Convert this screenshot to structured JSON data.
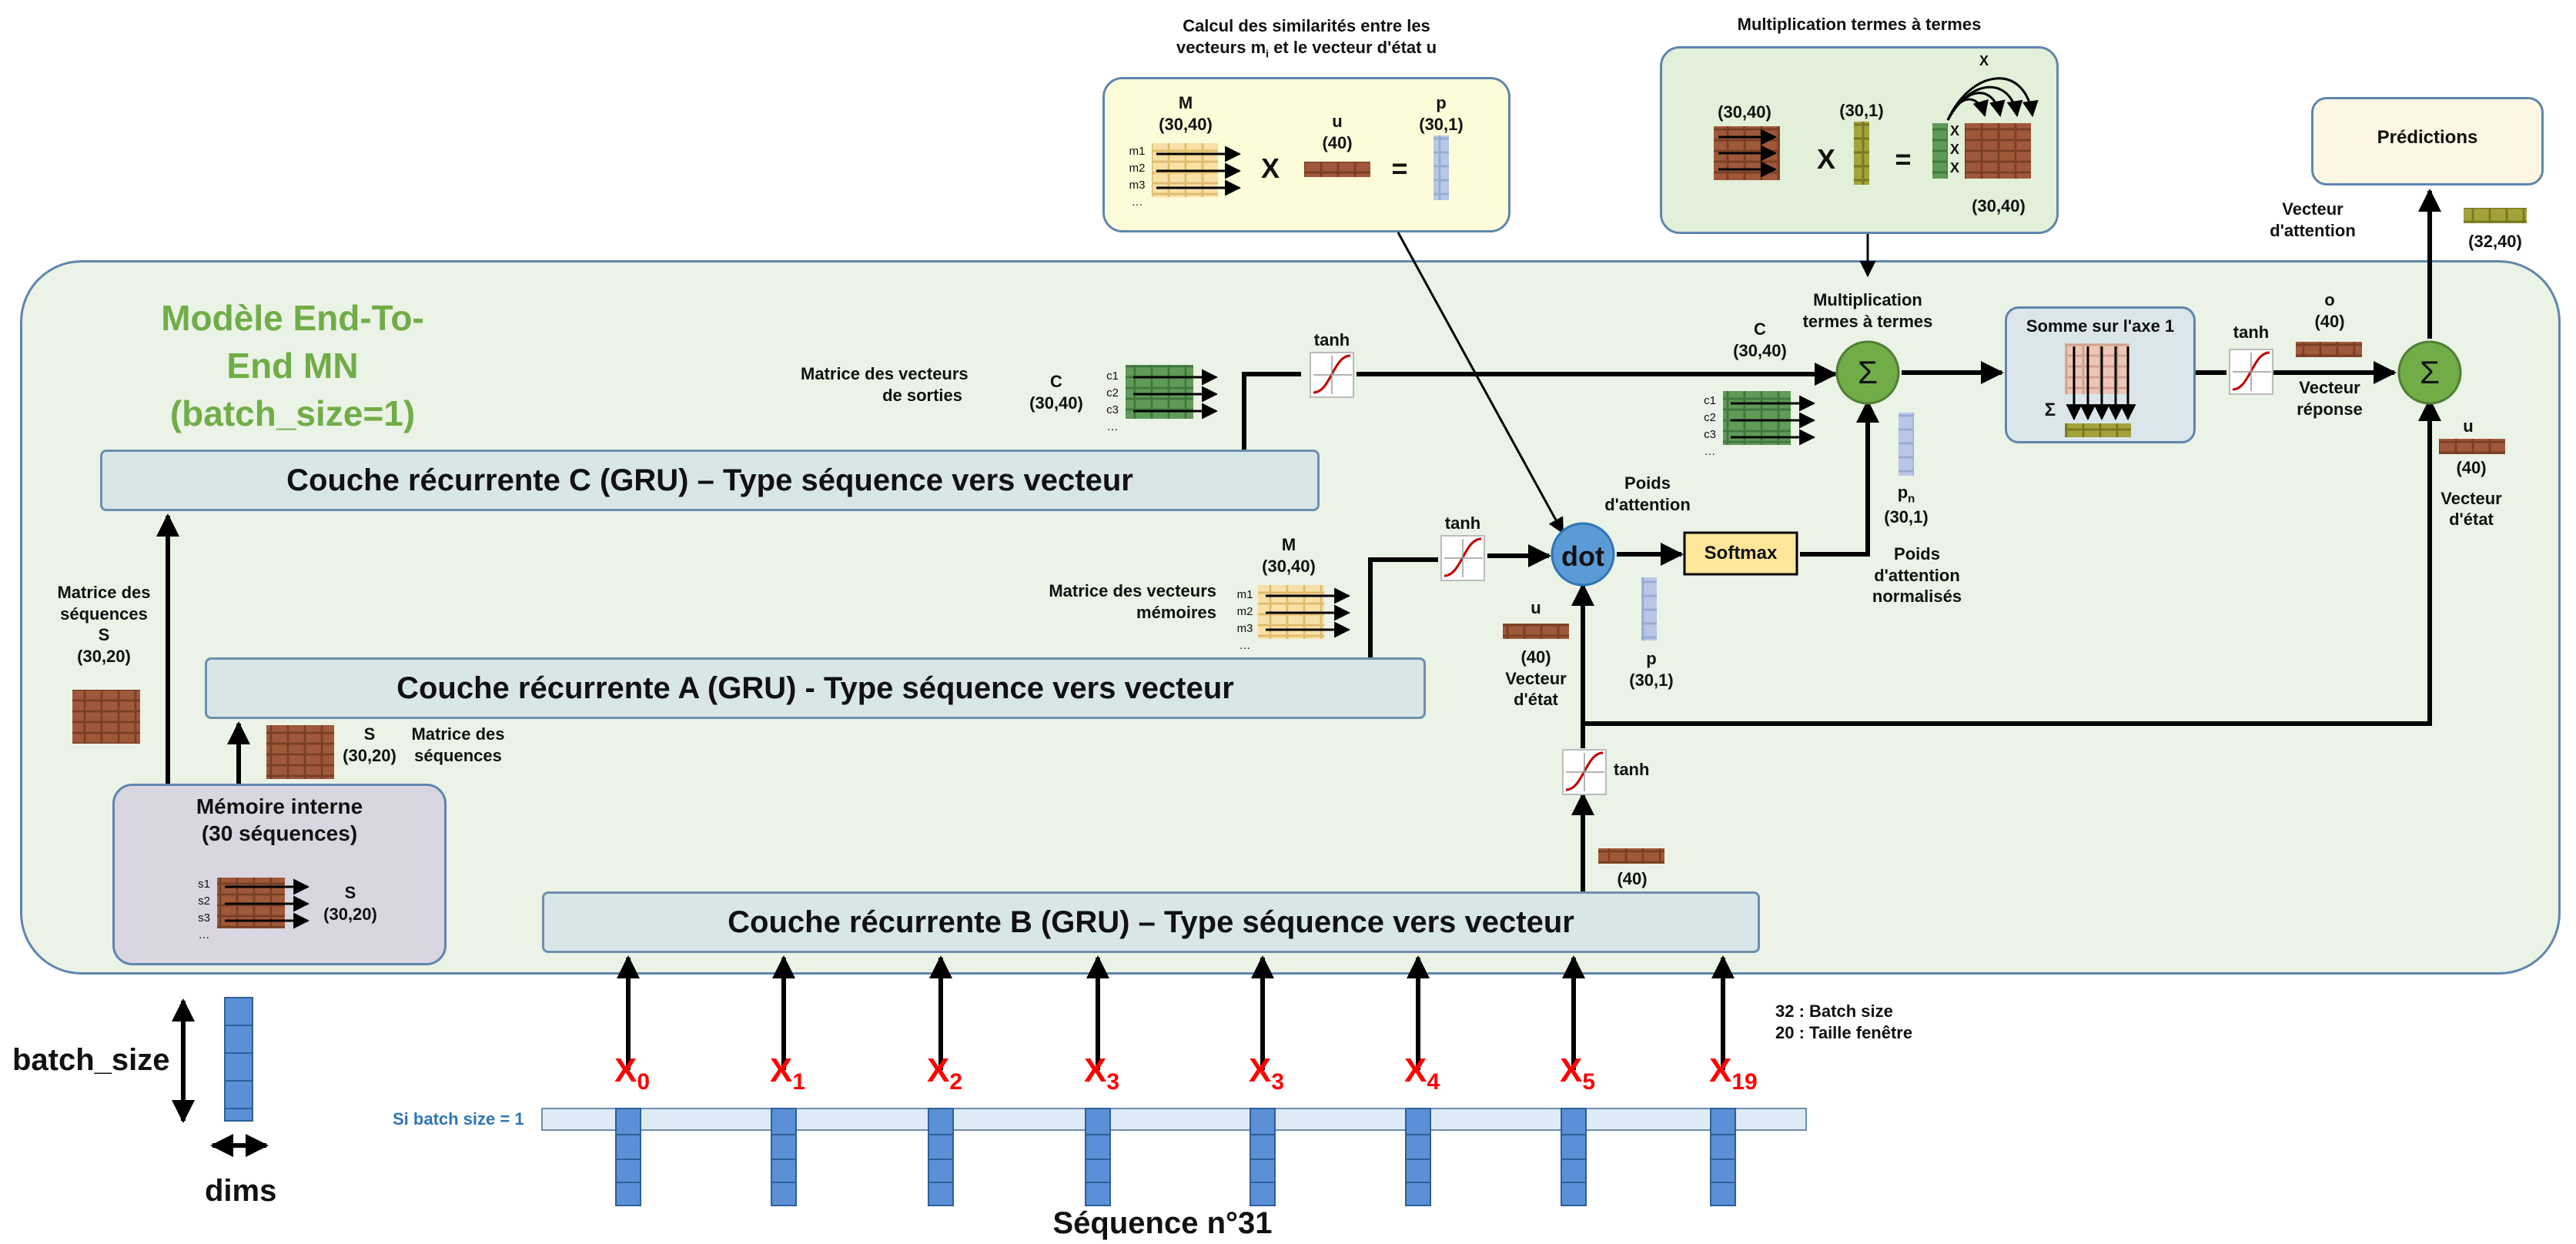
{
  "diagram": {
    "title_line1": "Modèle End-To-End MN",
    "title_line2": "(batch_size=1)",
    "layers": {
      "c": "Couche récurrente C (GRU) – Type séquence vers vecteur",
      "a": "Couche récurrente A (GRU) - Type séquence vers vecteur",
      "b": "Couche récurrente B (GRU) – Type séquence vers vecteur"
    },
    "internal_memory": {
      "line1": "Mémoire interne",
      "line2": "(30 séquences)",
      "rows": [
        "s1",
        "s2",
        "s3",
        "…"
      ],
      "s_label": "S",
      "s_shape": "(30,20)"
    },
    "left_labels": {
      "matrix_seq_line1": "Matrice des",
      "matrix_seq_line2": "séquences",
      "s": "S",
      "s_shape": "(30,20)"
    },
    "a_input": {
      "s": "S",
      "s_shape": "(30,20)",
      "desc_line1": "Matrice des",
      "desc_line2": "séquences"
    },
    "c_output": {
      "desc_line1": "Matrice des vecteurs",
      "desc_line2": "de sorties",
      "c": "C",
      "c_shape": "(30,40)",
      "rows": [
        "c1",
        "c2",
        "c3",
        "…"
      ]
    },
    "a_output": {
      "desc_line1": "Matrice des vecteurs",
      "desc_line2": "mémoires",
      "m": "M",
      "m_shape": "(30,40)",
      "rows": [
        "m1",
        "m2",
        "m3",
        "…"
      ]
    },
    "tanh": "tanh",
    "dot": "dot",
    "softmax": "Softmax",
    "sigma": "Σ",
    "attention_weights_line1": "Poids",
    "attention_weights_line2": "d'attention",
    "normalized_line1": "Poids",
    "normalized_line2": "d'attention",
    "normalized_line3": "normalisés",
    "p_label": "p",
    "p_shape": "(30,1)",
    "pn_label": "p",
    "pn_sub": "n",
    "pn_shape": "(30,1)",
    "u_label": "u",
    "u_shape": "(40)",
    "state_line1": "Vecteur",
    "state_line2": "d'état",
    "b_out_shape": "(40)",
    "mult_line1": "Multiplication",
    "mult_line2": "termes à termes",
    "c_mid": "C",
    "c_mid_shape": "(30,40)",
    "sum_axis": "Somme sur l'axe 1",
    "o_label": "o",
    "o_shape": "(40)",
    "response_line1": "Vecteur",
    "response_line2": "réponse",
    "u_right": "u",
    "u_right_shape": "(40)",
    "state_right_line1": "Vecteur",
    "state_right_line2": "d'état",
    "attention_vec_line1": "Vecteur",
    "attention_vec_line2": "d'attention",
    "predictions": "Prédictions",
    "pred_shape": "(32,40)",
    "callout_similarity": {
      "title_line1": "Calcul des similarités entre les",
      "title_line2": "vecteurs m",
      "title_line2_sub": "i",
      "title_line2_end": " et le vecteur d'état u",
      "m": "M",
      "m_shape": "(30,40)",
      "u": "u",
      "u_shape": "(40)",
      "p": "p",
      "p_shape": "(30,1)",
      "times": "X",
      "equals": "=",
      "rows": [
        "m1",
        "m2",
        "m3",
        "…"
      ]
    },
    "callout_mult": {
      "title": "Multiplication termes à termes",
      "shape_a": "(30,40)",
      "shape_b": "(30,1)",
      "shape_c": "(30,40)",
      "times": "X",
      "equals": "=",
      "small_x": "X"
    },
    "batch": {
      "batch_size": "batch_size",
      "dims": "dims",
      "if_batch": "Si batch size = 1",
      "note1": "32 : Batch size",
      "note2": "20 : Taille fenêtre",
      "sequence": "Séquence n°31"
    },
    "inputs": [
      {
        "base": "X",
        "sub": "0"
      },
      {
        "base": "X",
        "sub": "1"
      },
      {
        "base": "X",
        "sub": "2"
      },
      {
        "base": "X",
        "sub": "3"
      },
      {
        "base": "X",
        "sub": "3"
      },
      {
        "base": "X",
        "sub": "4"
      },
      {
        "base": "X",
        "sub": "5"
      },
      {
        "base": "X",
        "sub": "19"
      }
    ]
  }
}
